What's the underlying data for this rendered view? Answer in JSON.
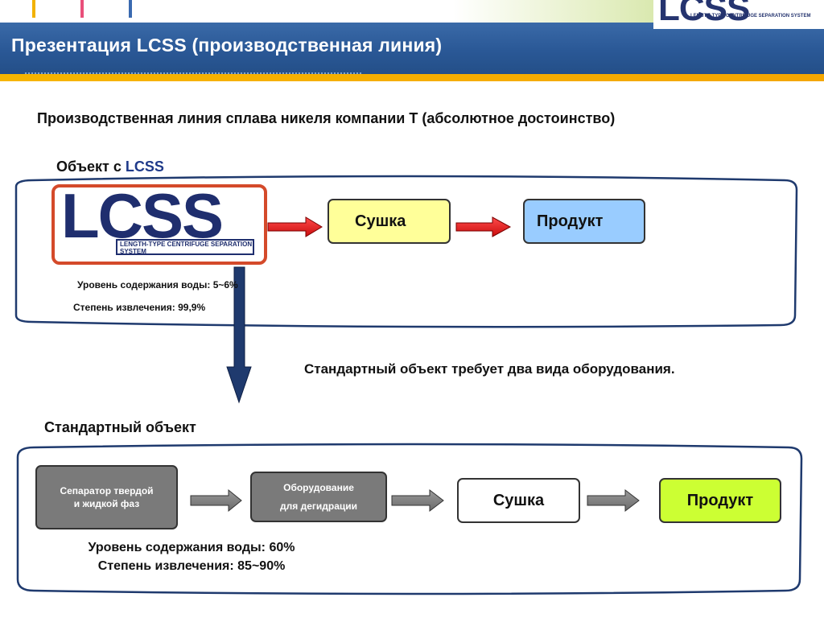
{
  "header": {
    "title": "Презентация LCSS (производственная линия)",
    "logo_word": "LCSS",
    "logo_sub": "LENGTH-TYPE CENTRIFUGE SEPARATION SYSTEM"
  },
  "main": {
    "subtitle": "Производственная линия сплава никеля компании Т (абсолютное достоинство)",
    "lcss_section": {
      "label_prefix": "Объект с ",
      "label_accent": "LCSS",
      "logo_word": "LCSS",
      "logo_sub": "LENGTH-TYPE CENTRIFUGE SEPARATION SYSTEM",
      "step_dry": "Сушка",
      "step_product": "Продукт",
      "water_level": "Уровень содержания воды: 5~6%",
      "extraction": "Степень извлечения: 99,9%"
    },
    "note": "Стандартный объект требует два вида оборудования.",
    "standard_section": {
      "label": "Стандартный объект",
      "step_separator": "Сепаратор твердой и жидкой фаз",
      "step_separator_line1": "Сепаратор твердой",
      "step_separator_line2": "и жидкой фаз",
      "step_dehydration_line1": "Оборудование",
      "step_dehydration_line2": "для дегидрации",
      "step_dry": "Сушка",
      "step_product": "Продукт",
      "water_level": "Уровень содержания воды: 60%",
      "extraction": "Степень извлечения: 85~90%"
    }
  },
  "colors": {
    "title_bar": "#2a5896",
    "accent_orange": "#f6b500",
    "dry_highlight": "#ffff99",
    "product_blue": "#99ccff",
    "product_green": "#ccff33",
    "equipment_gray": "#7a7a7a",
    "arrow_red": "#e31e1e",
    "arrow_down": "#1f3a6e"
  }
}
